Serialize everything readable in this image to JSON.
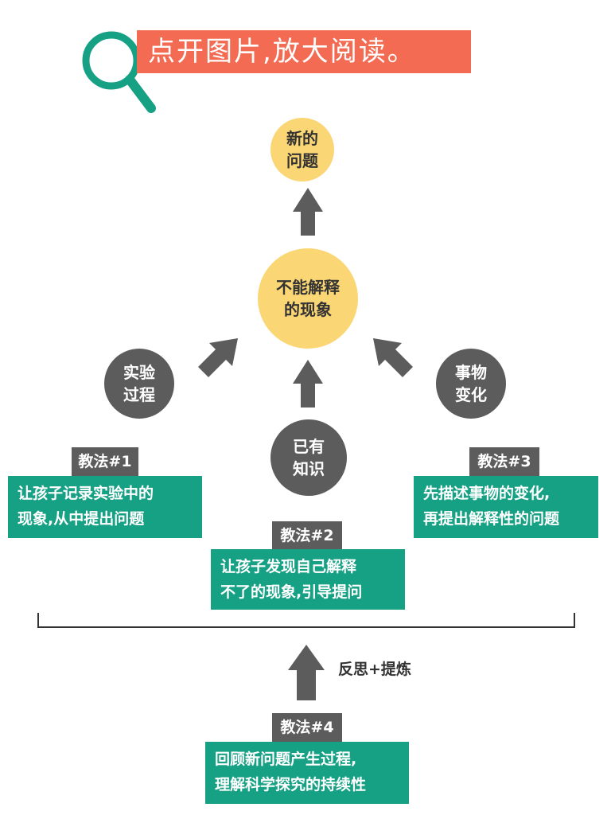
{
  "header": {
    "banner_text": "点开图片,放大阅读。",
    "icon": "magnifier-icon"
  },
  "nodes": {
    "new_question": [
      "新的",
      "问题"
    ],
    "unexplained": [
      "不能解释",
      "的现象"
    ],
    "experiment": [
      "实验",
      "过程"
    ],
    "change": [
      "事物",
      "变化"
    ],
    "knowledge": [
      "已有",
      "知识"
    ]
  },
  "methods": [
    {
      "tag": "教法#1",
      "lines": [
        "让孩子记录实验中的",
        "现象,从中提出问题"
      ]
    },
    {
      "tag": "教法#2",
      "lines": [
        "让孩子发现自己解释",
        "不了的现象,引导提问"
      ]
    },
    {
      "tag": "教法#3",
      "lines": [
        "先描述事物的变化,",
        "再提出解释性的问题"
      ]
    },
    {
      "tag": "教法#4",
      "lines": [
        "回顾新问题产生过程,",
        "理解科学探究的持续性"
      ]
    }
  ],
  "reflect_label": "反思+提炼",
  "colors": {
    "banner": "#f26b52",
    "yellow": "#fbd675",
    "gray": "#5c5c5c",
    "teal": "#16a084"
  }
}
